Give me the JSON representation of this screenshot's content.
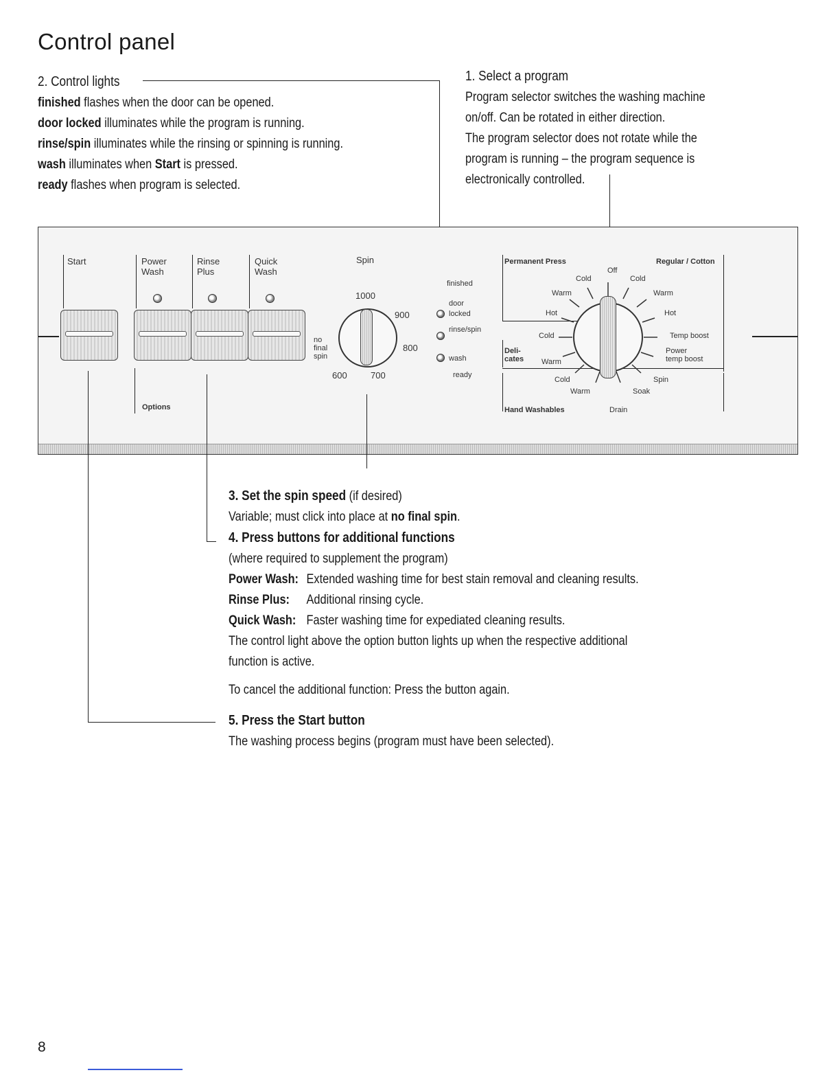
{
  "page": {
    "title": "Control panel",
    "page_number": "8"
  },
  "section_control_lights": {
    "heading": "2. Control lights",
    "items": [
      {
        "term": "finished",
        "text": " flashes when the door can be opened."
      },
      {
        "term": "door locked",
        "text": " illuminates while the program is running."
      },
      {
        "term": "rinse/spin",
        "text": " illuminates while the rinsing or spinning is running."
      },
      {
        "term": "wash",
        "text": " illuminates when ",
        "term2": "Start",
        "text2": " is pressed."
      },
      {
        "term": "ready",
        "text": " flashes when program is selected."
      }
    ]
  },
  "section_select_program": {
    "heading": "1. Select a program",
    "lines": [
      "Program selector switches the washing machine",
      "on/off. Can be rotated in either direction.",
      "The program selector does not rotate while the",
      "program is running – the program sequence is",
      "electronically controlled."
    ]
  },
  "panel": {
    "buttons": {
      "start": "Start",
      "power": "Power",
      "wash": "Wash",
      "rinse": "Rinse",
      "plus": "Plus",
      "quick": "Quick",
      "quick_wash": "Wash"
    },
    "options": "Options",
    "spin": {
      "label": "Spin",
      "v1000": "1000",
      "v900": "900",
      "v800": "800",
      "v700": "700",
      "v600": "600",
      "no": "no",
      "final": "final",
      "spin": "spin"
    },
    "indicators": {
      "finished": "finished",
      "door": "door",
      "locked": "locked",
      "rinse_spin": "rinse/spin",
      "wash": "wash",
      "ready": "ready"
    },
    "program": {
      "permanent_press": "Permanent Press",
      "regular_cotton": "Regular / Cotton",
      "off": "Off",
      "pp_cold": "Cold",
      "rc_cold": "Cold",
      "pp_warm": "Warm",
      "rc_warm": "Warm",
      "pp_hot": "Hot",
      "rc_hot": "Hot",
      "temp_boost": "Temp boost",
      "power": "Power",
      "power_temp_boost": "temp boost",
      "del_cold": "Cold",
      "deli": "Deli-",
      "cates": "cates",
      "del_warm": "Warm",
      "hw_cold": "Cold",
      "hw_warm": "Warm",
      "spin": "Spin",
      "soak": "Soak",
      "hand_washables": "Hand Washables",
      "drain": "Drain"
    }
  },
  "section_spin": {
    "heading": "3. Set the spin speed",
    "heading_note": " (if desired)",
    "line_pre": "Variable; must click into place at ",
    "line_term": "no final spin",
    "line_post": "."
  },
  "section_buttons": {
    "heading": "4. Press buttons for additional functions",
    "note": "(where required to supplement the program)",
    "functions": [
      {
        "term": "Power Wash:",
        "text": "Extended washing time for best stain removal and cleaning results."
      },
      {
        "term": "Rinse Plus:",
        "text": "Additional rinsing cycle."
      },
      {
        "term": "Quick Wash:",
        "text": "Faster washing time for expediated cleaning results."
      }
    ],
    "para1": "The control light above the option button lights up when the respective additional",
    "para1b": "function is active.",
    "para2": "To cancel the additional function: Press the button again."
  },
  "section_start": {
    "heading": "5. Press the Start button",
    "text": "The washing process begins (program must have been selected)."
  }
}
